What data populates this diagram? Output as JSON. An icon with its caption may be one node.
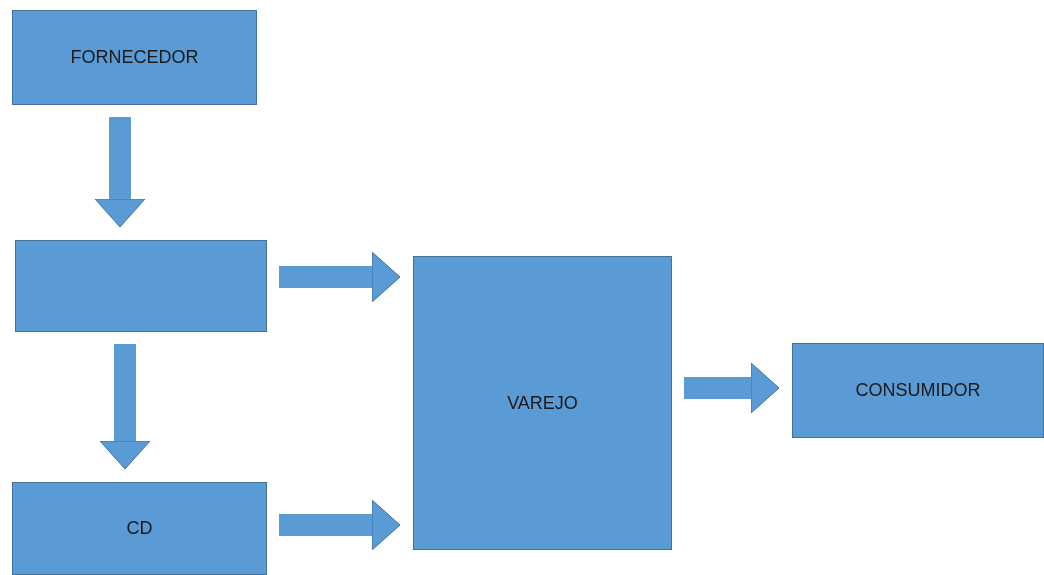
{
  "diagram": {
    "nodes": [
      {
        "text": [
          "FORNECEDOR"
        ]
      },
      {
        "text": [],
        "shape": "box"
      },
      {
        "text": [
          "CD"
        ]
      },
      {
        "text": [
          "VAREJO"
        ]
      },
      {
        "text": [
          "CONSUMIDOR"
        ]
      }
    ],
    "edges": [
      {
        "from": 0,
        "to": 1,
        "arrow": "to"
      },
      {
        "from": 1,
        "to": 3,
        "arrow": "to"
      },
      {
        "from": 1,
        "to": 2,
        "arrow": "to"
      },
      {
        "from": 2,
        "to": 3,
        "arrow": "to"
      },
      {
        "from": 3,
        "to": 4,
        "arrow": "to"
      }
    ]
  }
}
